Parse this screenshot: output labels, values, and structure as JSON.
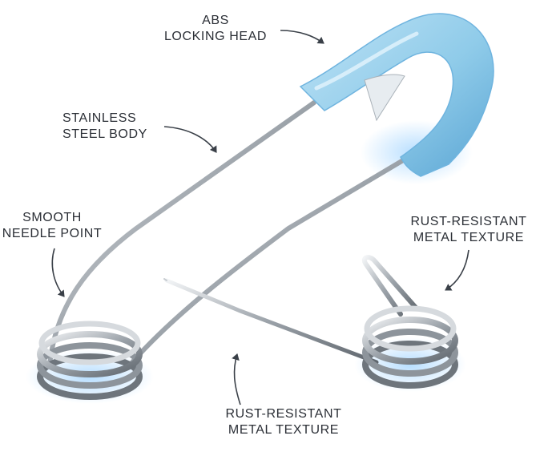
{
  "callouts": {
    "abs_head": {
      "line1": "ABS",
      "line2": "LOCKING HEAD"
    },
    "steel_body": {
      "line1": "STAINLESS",
      "line2": "STEEL BODY"
    },
    "needle_point": {
      "line1": "SMOOTH",
      "line2": "NEEDLE POINT"
    },
    "rust_right": {
      "line1": "RUST-RESISTANT",
      "line2": "METAL TEXTURE"
    },
    "rust_bottom": {
      "line1": "RUST-RESISTANT",
      "line2": "METAL TEXTURE"
    }
  },
  "colors": {
    "head": "#8fcbe9",
    "head_dark": "#5aa5d4",
    "steel": "#9aa1a8",
    "steel_light": "#e6e9ec",
    "glow": "#7cc3ff",
    "text": "#2b2f36",
    "arrow": "#3a4048"
  }
}
